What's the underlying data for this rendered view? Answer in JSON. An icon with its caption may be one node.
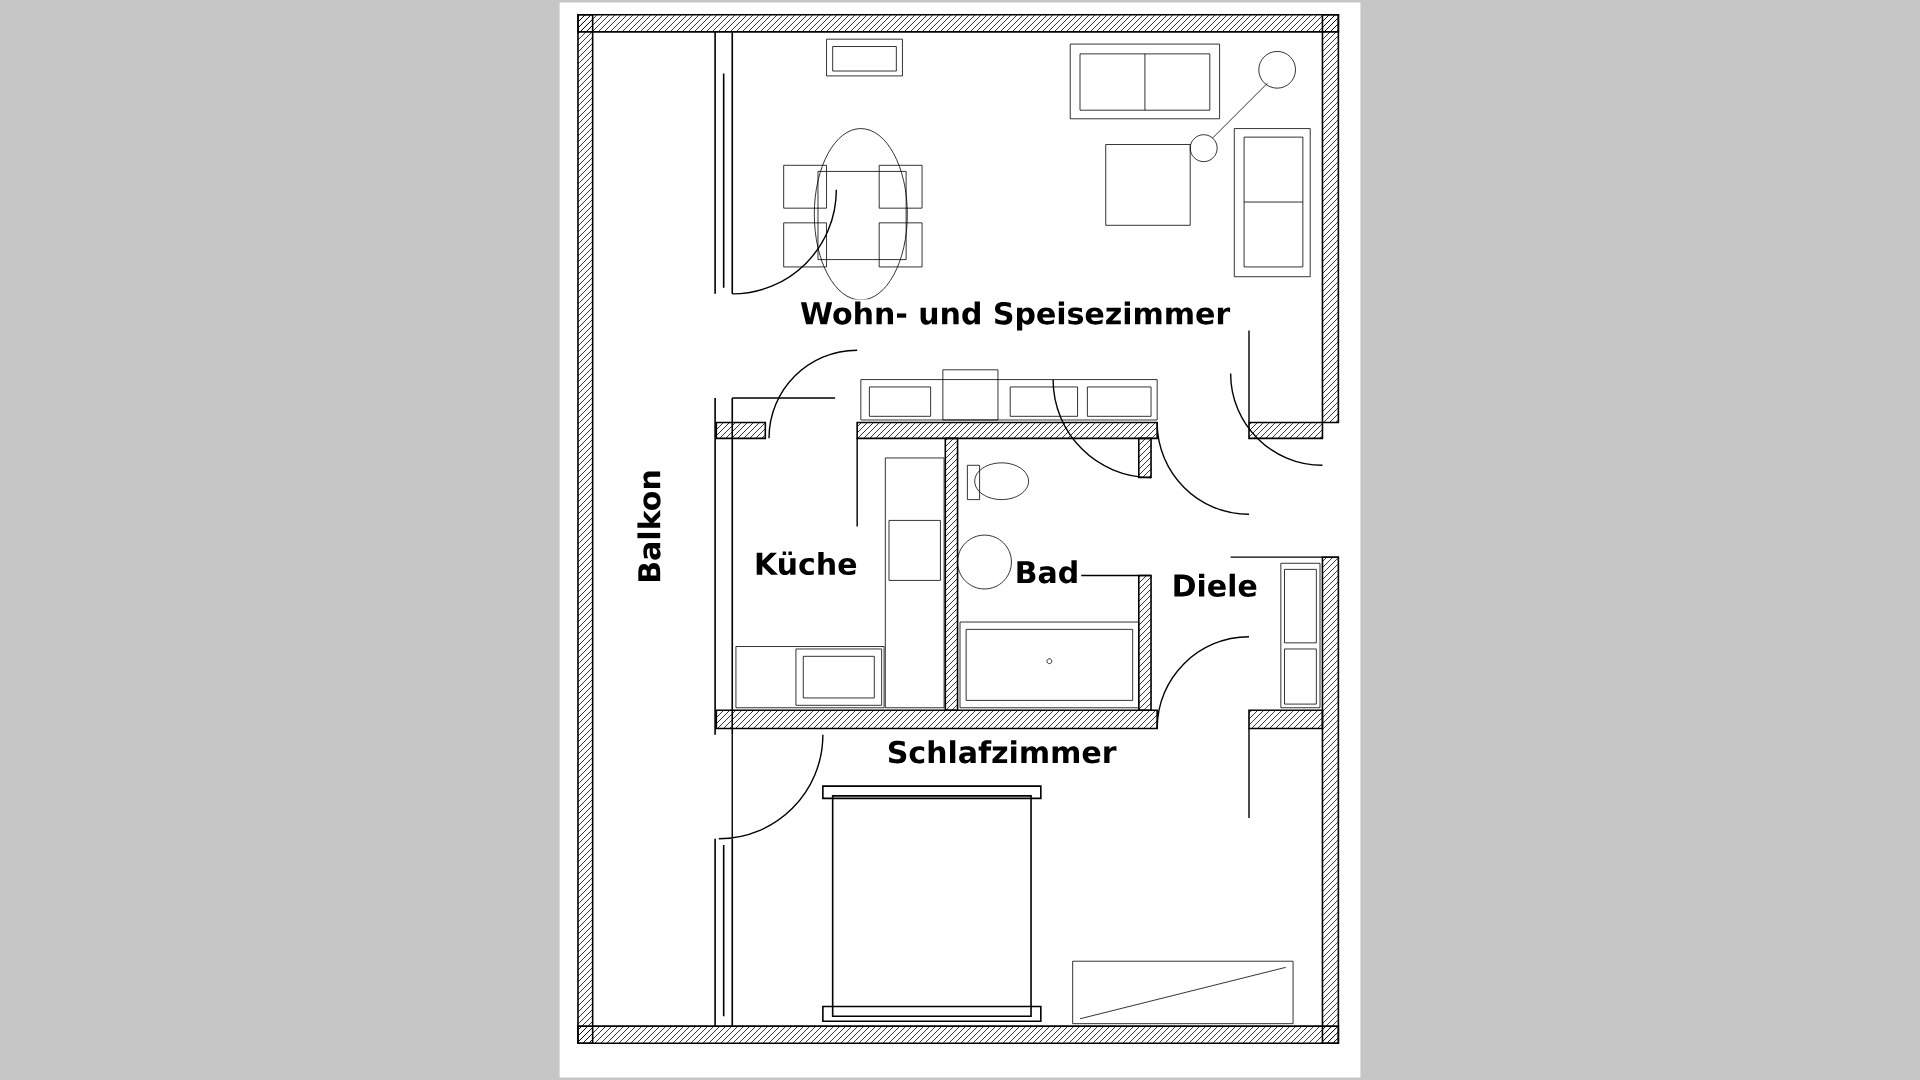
{
  "diagram": {
    "labels": [
      "Wohn- und Speisezimmer",
      "Balkon",
      "Küche",
      "Bad",
      "Diele",
      "Schlafzimmer"
    ]
  }
}
